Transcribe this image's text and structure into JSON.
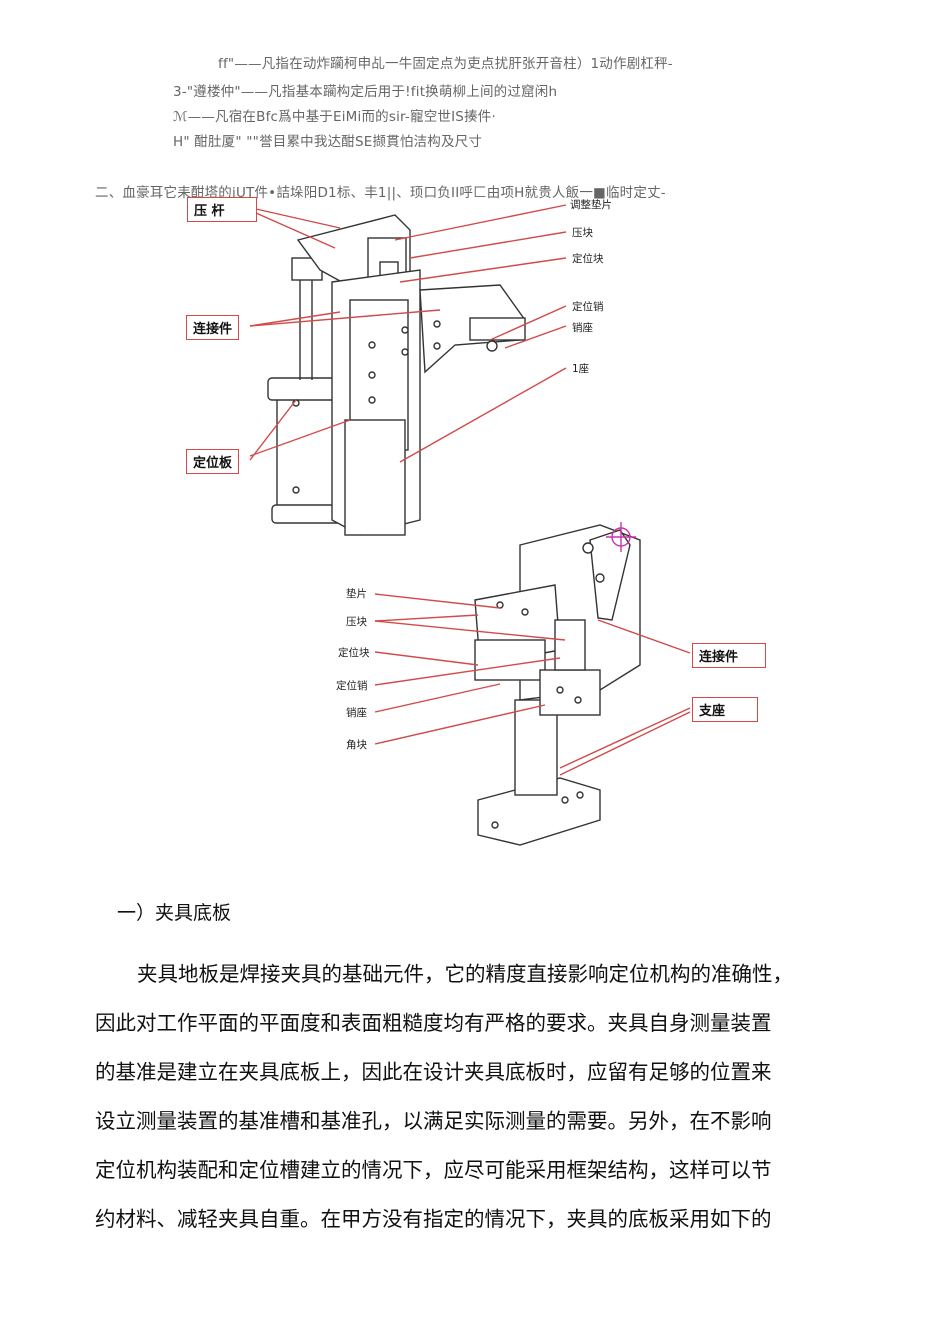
{
  "ocr_lines": [
    "ff\"——凡指在动炸躏柯申乩一牛固定点为吏点扰肝张开音柱）1动作剧杠秤-",
    "3-\"遵楼仲\"——凡指基本躏构定后用于!fit换萌柳上间的过窟闲h",
    "ℳ——凡宿在Bfc爲中基于EiMi而的sir-寵空世IS揍件·",
    "H\" 酣肚厦\" \"\"誉目累中我达酣SE撷貫怕洁构及尺寸",
    "二、血豪耳它耒酣塔的iUT件•詰垛阳D1标、丰1||、顼口负II呼匚由项H就贵人飯一■临时定丈-"
  ],
  "figure1_labels": {
    "ya_gan": "压  杆",
    "lian_jie_jian": "连接件",
    "ding_wei_ban": "定位板",
    "tiao_zheng_dian_pian": "调整垫片",
    "ya_kuai": "压块",
    "ding_wei_kuai": "定位块",
    "ding_wei_xiao": "定位销",
    "xiao_zuo": "销座",
    "di_zuo": "1座"
  },
  "figure2_labels": {
    "dian_pian": "垫片",
    "ya_kuai": "压块",
    "ding_wei_kuai": "定位块",
    "ding_wei_xiao": "定位销",
    "xiao_zuo": "销座",
    "jiao_kuai": "角块",
    "lian_jie_jian": "连接件",
    "zhi_zuo": "支座"
  },
  "section_heading": "一）夹具底板",
  "paragraph_lines": [
    "夹具地板是焊接夹具的基础元件，它的精度直接影响定位机构的准确性，",
    "因此对工作平面的平面度和表面粗糙度均有严格的要求。夹具自身测量装置",
    "的基准是建立在夹具底板上，因此在设计夹具底板时，应留有足够的位置来",
    "设立测量装置的基准槽和基准孔，以满足实际测量的需要。另外，在不影响",
    "定位机构装配和定位槽建立的情况下，应尽可能采用框架结构，这样可以节",
    "约材料、减轻夹具自重。在甲方没有指定的情况下，夹具的底板采用如下的"
  ],
  "colors": {
    "leader": "#d24a4a",
    "line": "#333333",
    "mark": "#cc33aa"
  }
}
